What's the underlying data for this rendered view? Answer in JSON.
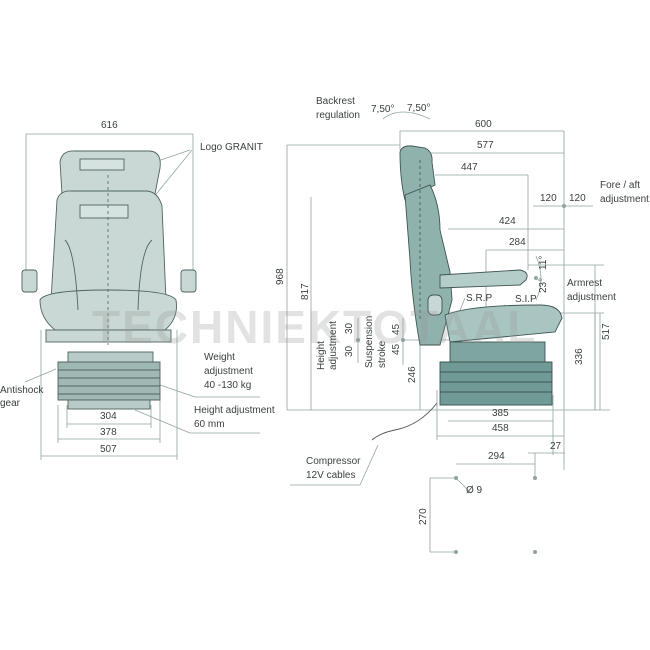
{
  "front_view": {
    "width_top": "616",
    "logo_label": "Logo GRANIT",
    "weight_adjustment": [
      "Weight",
      "adjustment",
      "40 -130 kg"
    ],
    "antishock": [
      "Antishock",
      "gear"
    ],
    "height_adjustment": [
      "Height adjustment",
      "60 mm"
    ],
    "base_dims": [
      "304",
      "378",
      "507"
    ]
  },
  "side_view": {
    "backrest_regulation": [
      "Backrest",
      "regulation"
    ],
    "backrest_angles": [
      "7,50°",
      "7,50°"
    ],
    "horizontal_dims": [
      "600",
      "577",
      "447",
      "424",
      "284"
    ],
    "fore_aft": {
      "values": [
        "120",
        "120"
      ],
      "label": [
        "Fore / aft",
        "adjustment"
      ]
    },
    "armrest": {
      "angles": [
        "23°",
        "11°"
      ],
      "label": [
        "Armrest",
        "adjustment"
      ]
    },
    "points": [
      "S.R.P",
      "S.I.P"
    ],
    "vertical_dims": {
      "total": "968",
      "srp": "817",
      "height_adj": [
        "30",
        "30"
      ],
      "height_adj_label": [
        "Height",
        "adjustment"
      ],
      "suspension": [
        "45",
        "45"
      ],
      "suspension_label": [
        "Suspension",
        "stroke"
      ],
      "base": "246",
      "right_a": "517",
      "right_b": "336"
    },
    "base_dims": [
      "385",
      "458",
      "27"
    ],
    "compressor": [
      "Compressor",
      "12V cables"
    ]
  },
  "mounting": {
    "x": "294",
    "y": "270",
    "hole": "Ø 9"
  },
  "watermark": "TECHNIEKTOTAAL",
  "colors": {
    "seat_fill": "#c9d8d5",
    "seat_dark": "#6f9a95",
    "line": "#7f9492",
    "text": "#3a3f3f"
  }
}
